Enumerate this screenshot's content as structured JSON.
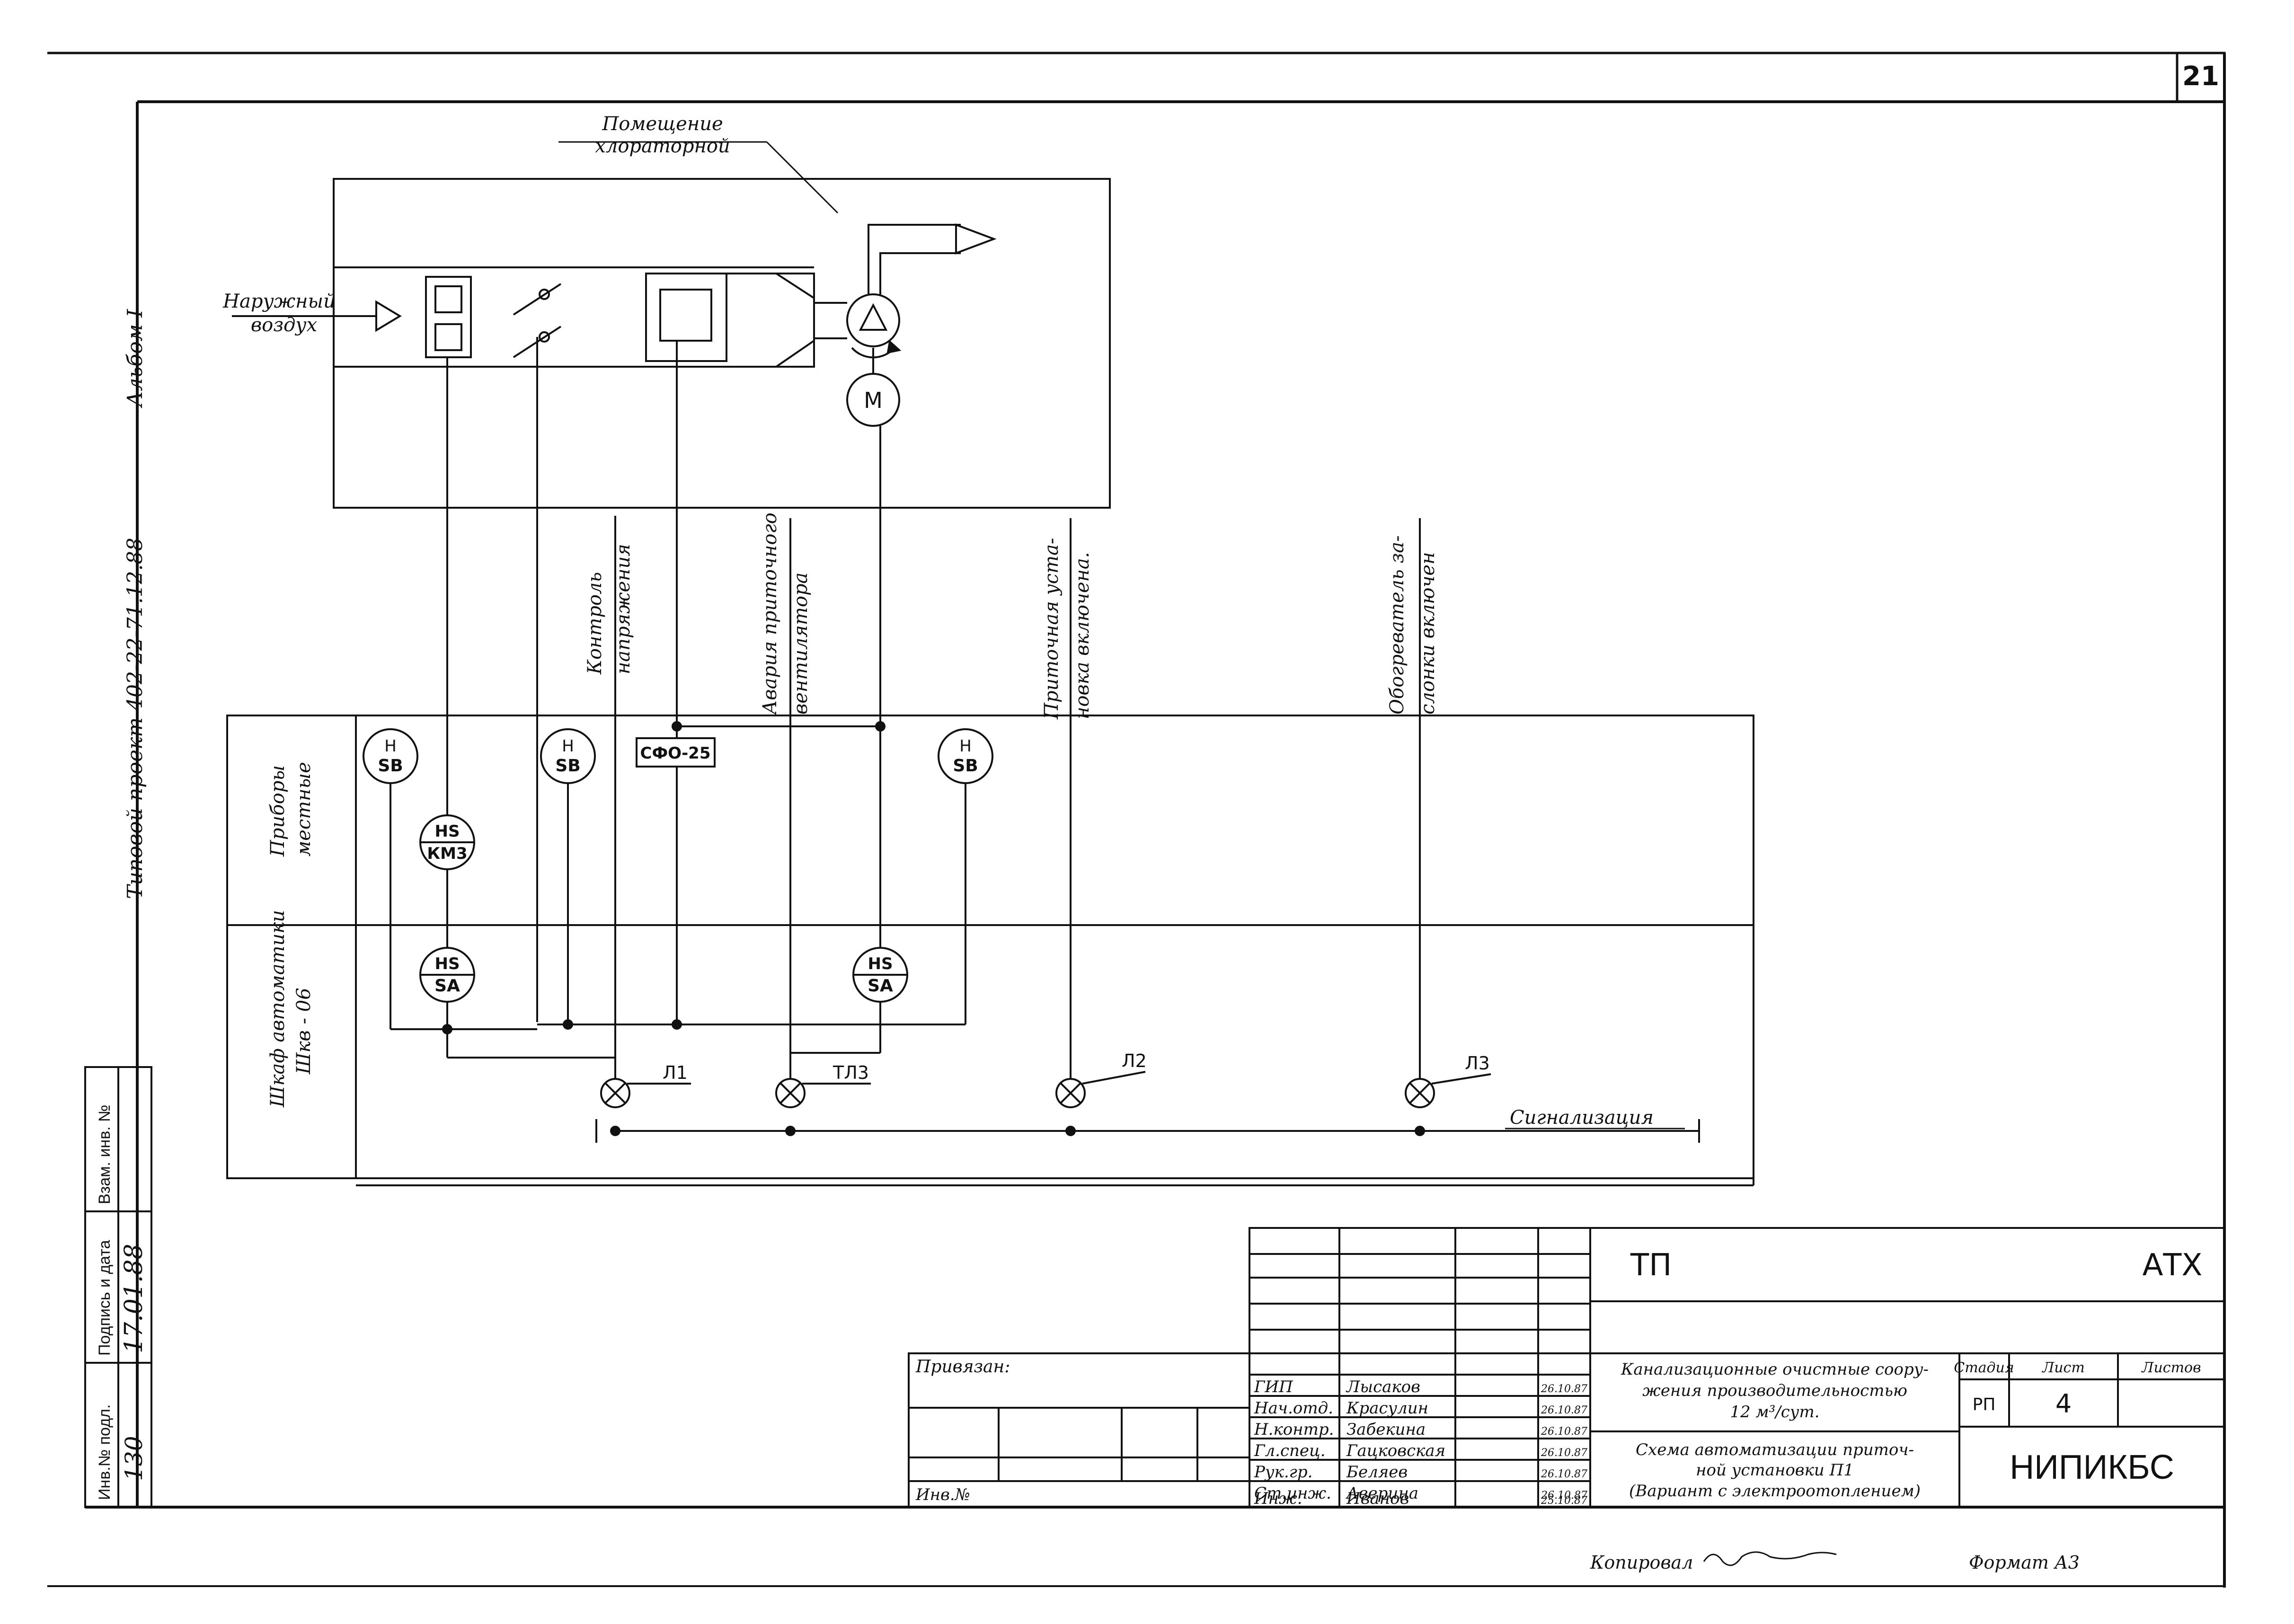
{
  "sheet": {
    "page_number": "21",
    "album": "Альбом I",
    "project": "Типовой проект 402-22-71.12.88",
    "copied_by_label": "Копировал",
    "format_label": "Формат А3"
  },
  "schematic": {
    "room_label_line1": "Помещение",
    "room_label_line2": "хлораторной",
    "outside_air_line1": "Наружный",
    "outside_air_line2": "воздух",
    "motor": "М",
    "fan": "Δ",
    "relay": "СФО-25",
    "col_labels": {
      "voltage_1": "Контроль",
      "voltage_2": "напряжения",
      "fan_1": "Авария приточного",
      "fan_2": "вентилятора",
      "unit_1": "Приточная уста-",
      "unit_2": "новка включена.",
      "heater_1": "Обогреватель за-",
      "heater_2": "слонки включен"
    },
    "rows": {
      "local_1": "Приборы",
      "local_2": "местные",
      "cab_1": "Шкаф автоматики",
      "cab_2": "Шкв - 06"
    },
    "instruments": {
      "h": "H",
      "sb": "SB",
      "hs": "HS",
      "km3": "КМ3",
      "sa": "SA"
    },
    "lamps": [
      "Л1",
      "ТЛ3",
      "Л2",
      "Л3"
    ],
    "signal_label": "Сигнализация"
  },
  "left_strip": {
    "inv_no_label": "Инв.№ подл.",
    "inv_no_value": "130",
    "sign_label": "Подпись и дата",
    "sign_value": "17.01.88",
    "replace_label": "Взам. инв. №"
  },
  "title_block": {
    "code_left": "ТП",
    "code_right": "АТХ",
    "tied_label": "Привязан:",
    "inv_label": "Инв.№",
    "staff": [
      {
        "role": "ГИП",
        "name": "Лысаков",
        "date": "26.10.87"
      },
      {
        "role": "Нач.отд.",
        "name": "Красулин",
        "date": "26.10.87"
      },
      {
        "role": "Н.контр.",
        "name": "Забекина",
        "date": "26.10.87"
      },
      {
        "role": "Гл.спец.",
        "name": "Гацковская",
        "date": "26.10.87"
      },
      {
        "role": "Рук.гр.",
        "name": "Беляев",
        "date": "26.10.87"
      },
      {
        "role": "Ст.инж.",
        "name": "Аверина",
        "date": "26.10.87"
      },
      {
        "role": "Инж.",
        "name": "Иванов",
        "date": "25.10.87"
      }
    ],
    "object_title_1": "Канализационные очистные соору-",
    "object_title_2": "жения производительностью",
    "object_title_3": "12 м³/сут.",
    "drawing_title_1": "Схема автоматизации приточ-",
    "drawing_title_2": "ной установки П1",
    "drawing_title_3": "(Вариант с электроотоплением)",
    "stage_label": "Стадия",
    "sheet_label": "Лист",
    "sheets_label": "Листов",
    "stage_value": "РП",
    "sheet_value": "4",
    "org": "НИПИКБС"
  }
}
